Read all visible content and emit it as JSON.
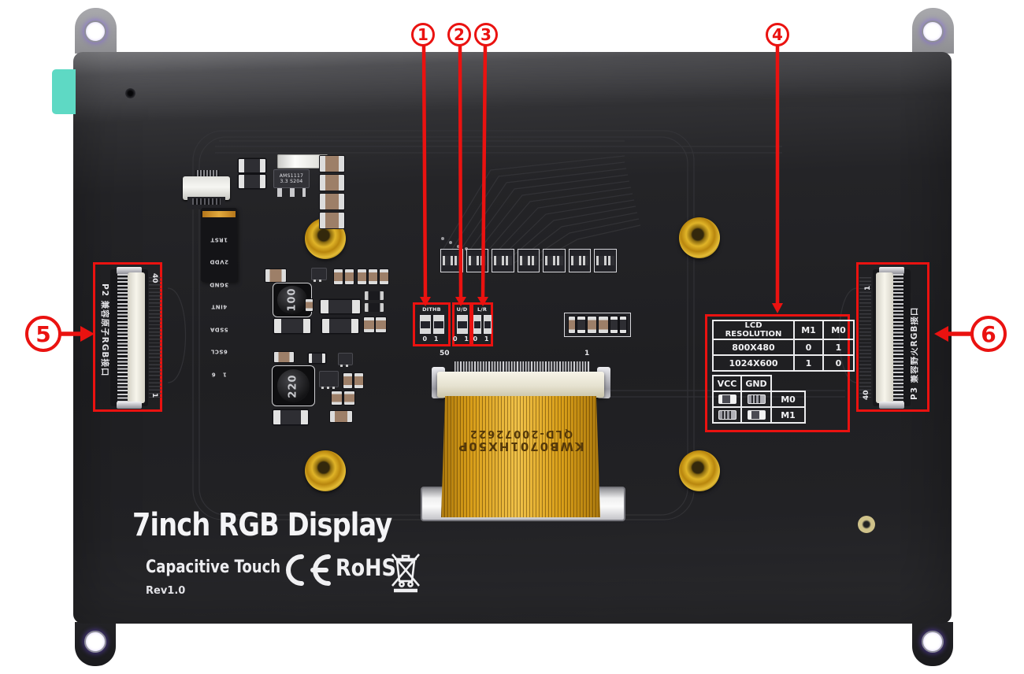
{
  "branding": {
    "title": "7inch RGB Display",
    "subtitle": "Capacitive Touch",
    "revision": "Rev1.0",
    "ce_label": "CE",
    "rohs_label": "RoHS",
    "weee_label": "WEEE crossed-out wheelie bin"
  },
  "callouts": {
    "c1": "1",
    "c2": "2",
    "c3": "3",
    "c4": "4",
    "c5": "5",
    "c6": "6"
  },
  "jumpers": {
    "dithb": {
      "label": "DITHB",
      "positions": "0 1"
    },
    "ud": {
      "label": "U/D",
      "positions": "0 1"
    },
    "lr": {
      "label": "L/R",
      "positions": "0 1"
    }
  },
  "resolution_table": {
    "col_headers": [
      "LCD RESOLUTION",
      "M1",
      "M0"
    ],
    "rows": [
      {
        "resolution": "800X480",
        "m1": "0",
        "m0": "1"
      },
      {
        "resolution": "1024X600",
        "m1": "1",
        "m0": "0"
      }
    ]
  },
  "strap_table": {
    "col1": "VCC",
    "col2": "GND",
    "row1_label": "M0",
    "row2_label": "M1",
    "row1_vcc": "populated",
    "row1_gnd": "open",
    "row2_vcc": "open",
    "row2_gnd": "populated"
  },
  "connectors": {
    "p2_label": "P2 兼容原子RGB接口",
    "p2_pin_top": "40",
    "p2_pin_bottom": "1",
    "p3_label": "P3 兼容野火RGB接口",
    "p3_pin_top": "1",
    "p3_pin_bottom": "40",
    "lcd_pin_left": "50",
    "lcd_pin_right": "1"
  },
  "silkscreen": {
    "regulator_line1": "AMS1117",
    "regulator_line2": "3.3  S204",
    "inductor_big": "100",
    "inductor_small": "220",
    "ribbon_line1": "KWB0701HX50P",
    "ribbon_line2": "QLD-20072622",
    "touch_pins": [
      "1   6",
      "6SCL",
      "5SDA",
      "4INT",
      "3GND",
      "2VDD",
      "1RST"
    ]
  },
  "colors": {
    "annotation_red": "#ea1210",
    "board_dark": "#222225",
    "ribbon_orange": "#d69b15",
    "standoff_gold": "#c79a18",
    "tab_teal": "#5ed9c4"
  }
}
